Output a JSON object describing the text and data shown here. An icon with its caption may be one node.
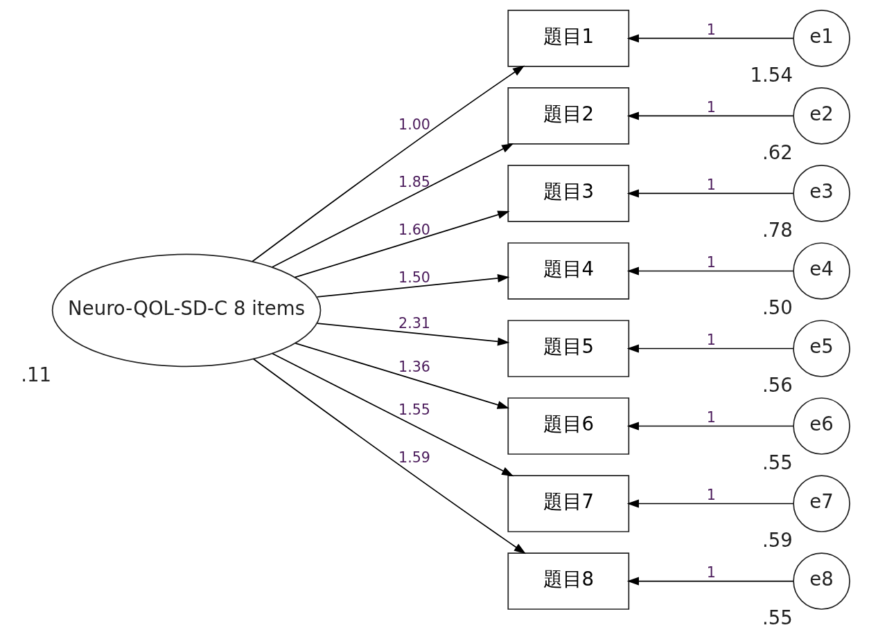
{
  "diagram": {
    "nodes": [
      {
        "text": [
          "Neuro-QOL-SD-C 8 items"
        ],
        "beside": [
          ".11"
        ]
      },
      {
        "text": [
          "題目1"
        ]
      },
      {
        "text": [
          "題目2"
        ]
      },
      {
        "text": [
          "題目3"
        ]
      },
      {
        "text": [
          "題目4"
        ]
      },
      {
        "text": [
          "題目5"
        ]
      },
      {
        "text": [
          "題目6"
        ]
      },
      {
        "text": [
          "題目7"
        ]
      },
      {
        "text": [
          "題目8"
        ]
      },
      {
        "text": [
          "e1"
        ],
        "beside": [
          "1.54"
        ]
      },
      {
        "text": [
          "e2"
        ],
        "beside": [
          ".62"
        ]
      },
      {
        "text": [
          "e3"
        ],
        "beside": [
          ".78"
        ]
      },
      {
        "text": [
          "e4"
        ],
        "beside": [
          ".50"
        ]
      },
      {
        "text": [
          "e5"
        ],
        "beside": [
          ".56"
        ]
      },
      {
        "text": [
          "e6"
        ],
        "beside": [
          ".55"
        ]
      },
      {
        "text": [
          "e7"
        ],
        "beside": [
          ".59"
        ]
      },
      {
        "text": [
          "e8"
        ],
        "beside": [
          ".55"
        ]
      }
    ],
    "edges": [
      {
        "from": 0,
        "to": 1,
        "arrow": "to",
        "label": "1.00"
      },
      {
        "from": 0,
        "to": 2,
        "arrow": "to",
        "label": "1.85"
      },
      {
        "from": 0,
        "to": 3,
        "arrow": "to",
        "label": "1.60"
      },
      {
        "from": 0,
        "to": 4,
        "arrow": "to",
        "label": "1.50"
      },
      {
        "from": 0,
        "to": 5,
        "arrow": "to",
        "label": "2.31"
      },
      {
        "from": 0,
        "to": 6,
        "arrow": "to",
        "label": "1.36"
      },
      {
        "from": 0,
        "to": 7,
        "arrow": "to",
        "label": "1.55"
      },
      {
        "from": 0,
        "to": 8,
        "arrow": "to",
        "label": "1.59"
      },
      {
        "from": 9,
        "to": 1,
        "arrow": "to",
        "label": "1"
      },
      {
        "from": 10,
        "to": 2,
        "arrow": "to",
        "label": "1"
      },
      {
        "from": 11,
        "to": 3,
        "arrow": "to",
        "label": "1"
      },
      {
        "from": 12,
        "to": 4,
        "arrow": "to",
        "label": "1"
      },
      {
        "from": 13,
        "to": 5,
        "arrow": "to",
        "label": "1"
      },
      {
        "from": 14,
        "to": 6,
        "arrow": "to",
        "label": "1"
      },
      {
        "from": 15,
        "to": 7,
        "arrow": "to",
        "label": "1"
      },
      {
        "from": 16,
        "to": 8,
        "arrow": "to",
        "label": "1"
      }
    ]
  }
}
